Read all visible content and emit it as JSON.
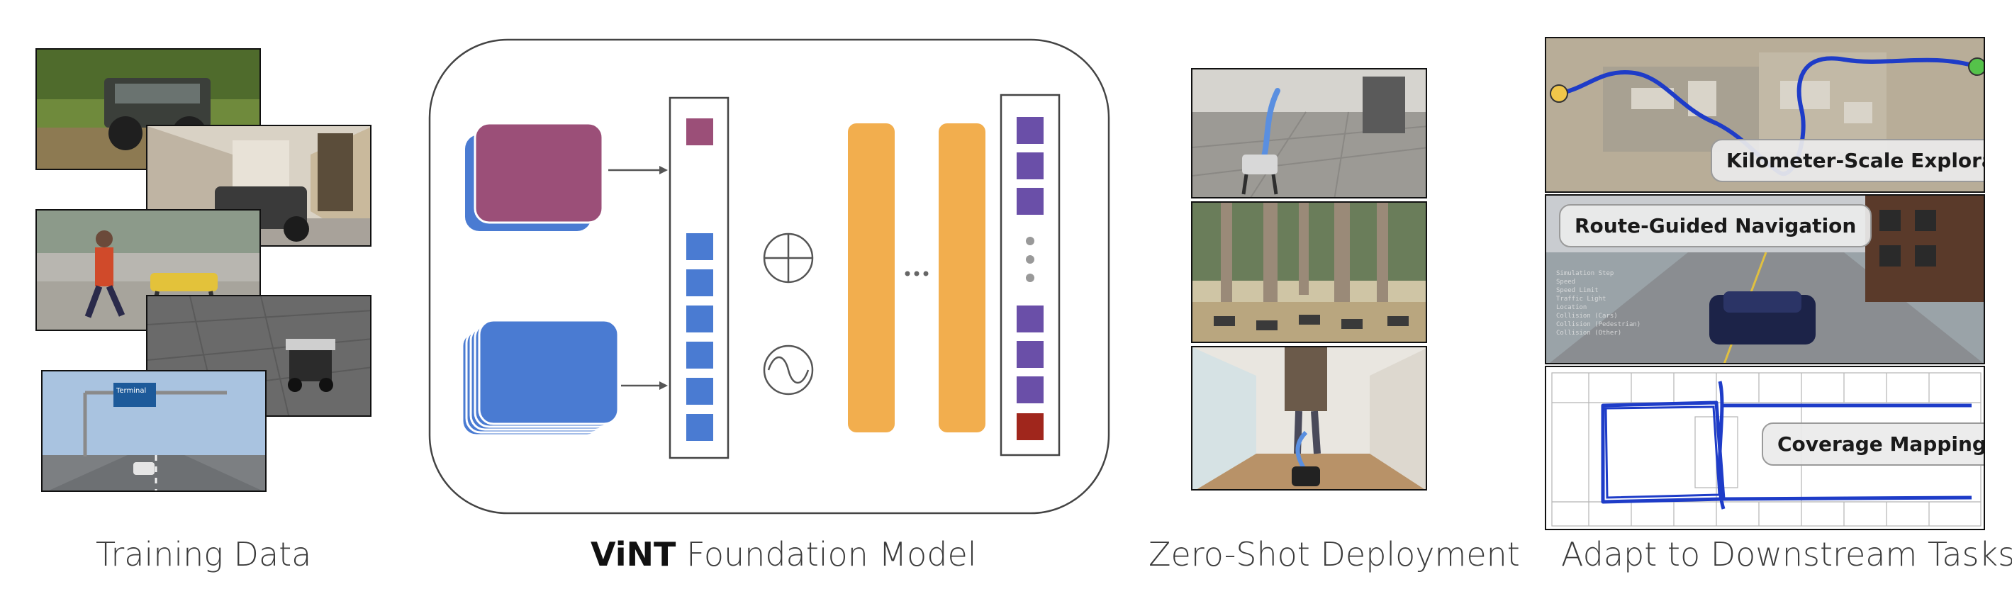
{
  "captions": {
    "training": "Training Data",
    "model_bold": "ViNT",
    "model_rest": "Foundation Model",
    "deployment": "Zero-Shot Deployment",
    "downstream": "Adapt to Downstream Tasks"
  },
  "tasks": {
    "exploration": "Kilometer-Scale Exploration",
    "route": "Route-Guided Navigation",
    "coverage": "Coverage Mapping"
  },
  "colors": {
    "goal_card": "#9b4f78",
    "obs_card": "#4a7bd2",
    "goal_token": "#9b4f78",
    "obs_token": "#4a7bd2",
    "transformer": "#f2ae4e",
    "output_token": "#6a4fa8",
    "action_token": "#a0261c"
  },
  "icons": {
    "add": "circle-plus-icon",
    "positional": "sine-wave-icon",
    "ellipsis": "ellipsis-icon"
  },
  "sign_text": "Terminal"
}
